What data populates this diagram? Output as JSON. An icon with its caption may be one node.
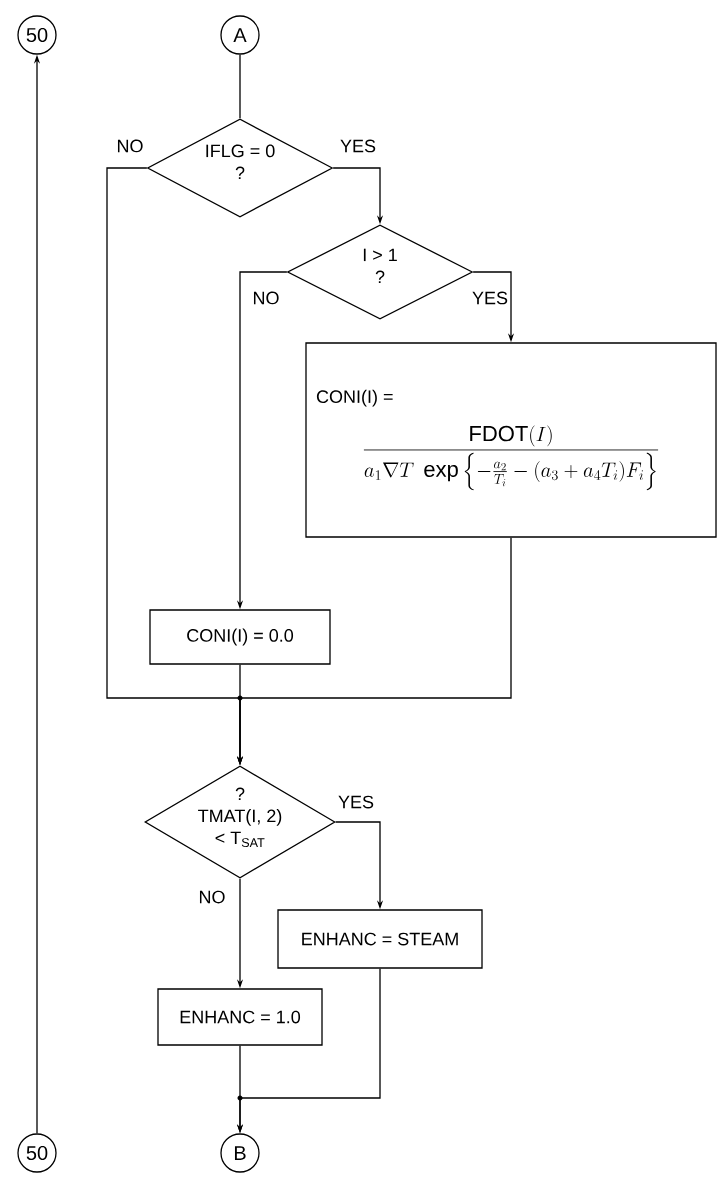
{
  "diagram": {
    "nodes": [
      {
        "text": [
          "50"
        ]
      },
      {
        "text": [
          "A"
        ]
      },
      {
        "text": [
          "IFLG = 0",
          "?"
        ]
      },
      {
        "text": [
          "I > 1",
          "?"
        ]
      },
      {
        "text": [
          "CONI(I) =",
          "\\frac{\\mathrm{FDOT}(I)}{a_{1}\\nabla T\\;\\exp\\left\\{-\\frac{a_{2}}{T_{i}}-(a_{3}+a_{4}T_{i})F_{i}\\right\\}}"
        ]
      },
      {
        "text": [
          "CONI(I) = 0.0"
        ]
      },
      {
        "text": [
          "?",
          "TMAT(I, 2)",
          "< T$_{SAT}$"
        ]
      },
      {
        "text": [
          "ENHANC = STEAM"
        ]
      },
      {
        "text": [
          "ENHANC = 1.0"
        ]
      },
      {
        "text": [
          "B"
        ]
      },
      {
        "text": [
          "50"
        ]
      }
    ],
    "edges": [
      {
        "from": 1,
        "to": 2,
        "arrow": "none"
      },
      {
        "from": 2,
        "to": 3,
        "arrow": "to",
        "label": "YES"
      },
      {
        "from": 2,
        "to": 6,
        "arrow": "to",
        "label": "NO"
      },
      {
        "from": 3,
        "to": 4,
        "arrow": "to",
        "label": "YES"
      },
      {
        "from": 3,
        "to": 5,
        "arrow": "to",
        "label": "NO"
      },
      {
        "from": 5,
        "to": 6,
        "arrow": "to"
      },
      {
        "from": 4,
        "to": 6,
        "arrow": "to"
      },
      {
        "from": 6,
        "to": 7,
        "arrow": "to",
        "label": "YES"
      },
      {
        "from": 6,
        "to": 8,
        "arrow": "to",
        "label": "NO"
      },
      {
        "from": 8,
        "to": 9,
        "arrow": "to"
      },
      {
        "from": 7,
        "to": 9,
        "arrow": "to"
      },
      {
        "from": 10,
        "to": 0,
        "arrow": "to"
      }
    ]
  }
}
